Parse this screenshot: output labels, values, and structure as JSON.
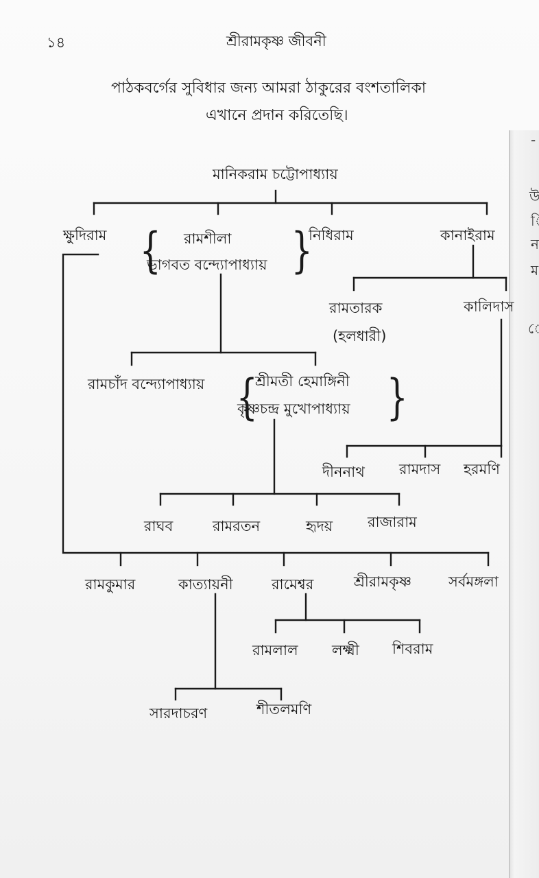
{
  "header": {
    "page_number": "১৪",
    "running_title": "শ্রীরামকৃষ্ণ জীবনী"
  },
  "intro": {
    "line1": "পাঠকবর্গের সুবিধার জন্য আমরা ঠাকুরের বংশতালিকা",
    "line2": "এখানে প্রদান করিতেছি।"
  },
  "tree": {
    "root": "মানিকরাম চট্টোপাধ্যায়",
    "gen1": {
      "khudiram": "ক্ষুদিরাম",
      "ramshila": "রামশীলা",
      "ramshila_spouse": "ভাগবত বন্দ্যোপাধ্যায়",
      "nidhiram": "নিধিরাম",
      "kanairam": "কানাইরাম"
    },
    "kanairam_children": {
      "ramtarak": "রামতারক",
      "ramtarak_alias": "(হলধারী)",
      "kalidas": "কালিদাস"
    },
    "ramshila_children": {
      "ramchand": "রামচাঁদ বন্দ্যোপাধ্যায়",
      "hemangini": "শ্রীমতী হেমাঙ্গিনী",
      "hemangini_spouse": "কৃষ্ণচন্দ্র মুখোপাধ্যায়"
    },
    "kalidas_children": [
      "দীননাথ",
      "রামদাস",
      "হরমণি"
    ],
    "hemangini_children": [
      "রাঘব",
      "রামরতন",
      "হৃদয়",
      "রাজারাম"
    ],
    "khudiram_children": [
      "রামকুমার",
      "কাত্যায়নী",
      "রামেশ্বর",
      "শ্রীরামকৃষ্ণ",
      "সর্বমঙ্গলা"
    ],
    "rameswar_children": [
      "রামলাল",
      "লক্ষ্মী",
      "শিবরাম"
    ],
    "katyayani_children": [
      "সারদাচরণ",
      "শীতলমণি"
    ]
  },
  "facing_page_glyphs": [
    "-",
    "উ",
    "ি",
    "ন",
    "ম",
    "ে"
  ]
}
